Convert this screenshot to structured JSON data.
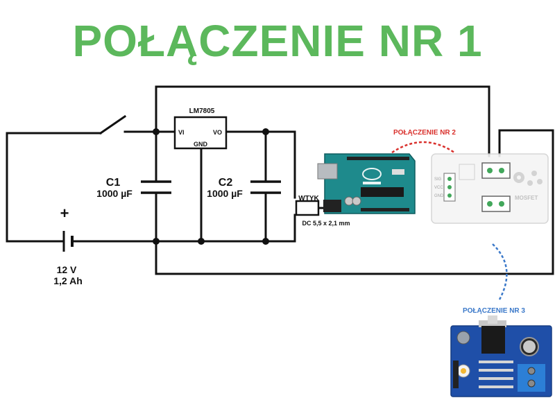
{
  "title": "POŁĄCZENIE NR 1",
  "colors": {
    "title": "#5cb85c",
    "wire": "#111111",
    "link2": "#d9302c",
    "link3": "#3a78c9",
    "arduino_board": "#1e8a8c",
    "amp_board": "#1f4fa8"
  },
  "regulator": {
    "name": "LM7805",
    "vi": "VI",
    "vo": "VO",
    "gnd": "GND"
  },
  "c1": {
    "name": "C1",
    "value": "1000 µF"
  },
  "c2": {
    "name": "C2",
    "value": "1000 µF"
  },
  "plug": {
    "name": "WTYK",
    "spec": "DC 5,5 x 2,1 mm"
  },
  "battery": {
    "plus": "+",
    "voltage": "12 V",
    "capacity": "1,2 Ah"
  },
  "connection2": "POŁĄCZENIE NR 2",
  "connection3": "POŁĄCZENIE NR 3",
  "mosfet": {
    "label": "MOSFET",
    "pins": [
      "SIG",
      "VCC",
      "GND"
    ]
  },
  "icons": [
    "arduino-board-icon",
    "mosfet-module-icon",
    "amplifier-board-icon",
    "gear-icon"
  ]
}
